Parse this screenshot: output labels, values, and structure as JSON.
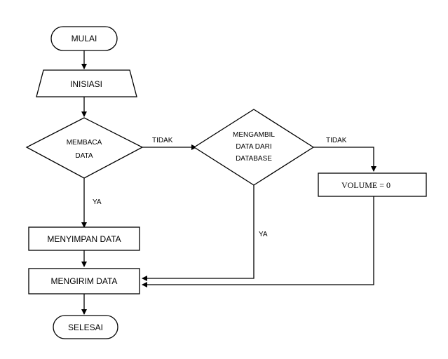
{
  "flowchart": {
    "start": "MULAI",
    "init": "INISIASI",
    "decision_read": [
      "MEMBACA",
      "DATA"
    ],
    "decision_db": [
      "MENGAMBIL",
      "DATA DARI",
      "DATABASE"
    ],
    "save": "MENYIMPAN  DATA",
    "send": "MENGIRIM DATA",
    "volume": "VOLUME  = 0",
    "end": "SELESAI",
    "label_no_1": "TIDAK",
    "label_no_2": "TIDAK",
    "label_yes_1": "YA",
    "label_yes_2": "YA"
  }
}
